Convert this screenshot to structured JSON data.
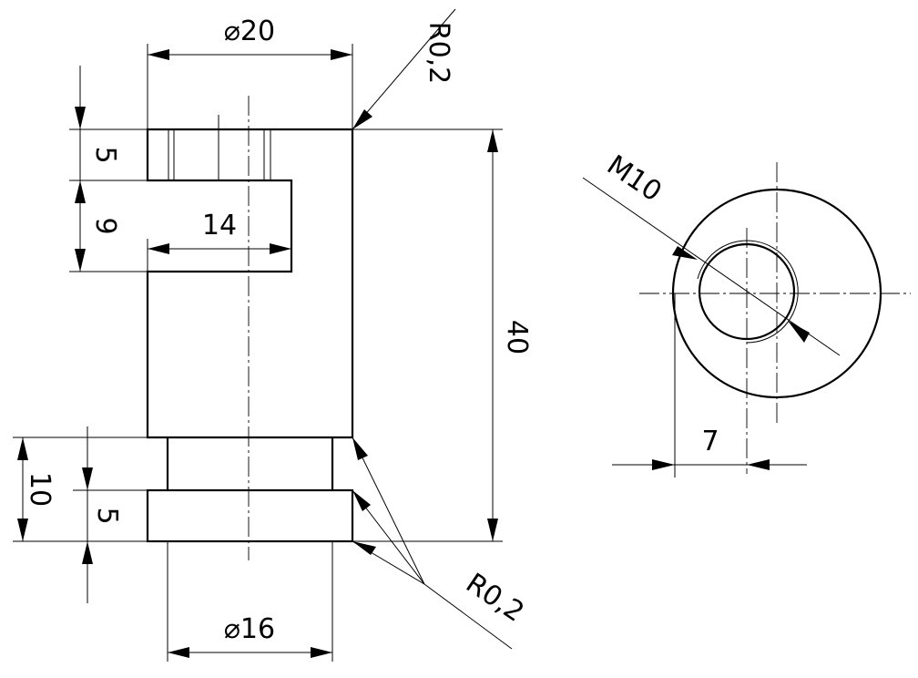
{
  "labels": {
    "dia20": "⌀20",
    "r_top": "R0,2",
    "h5_top": "5",
    "h9": "9",
    "w14": "14",
    "h40": "40",
    "h10": "10",
    "h5_bottom": "5",
    "dia16": "⌀16",
    "r_bottom": "R0,2",
    "m10": "M10",
    "w7": "7"
  }
}
